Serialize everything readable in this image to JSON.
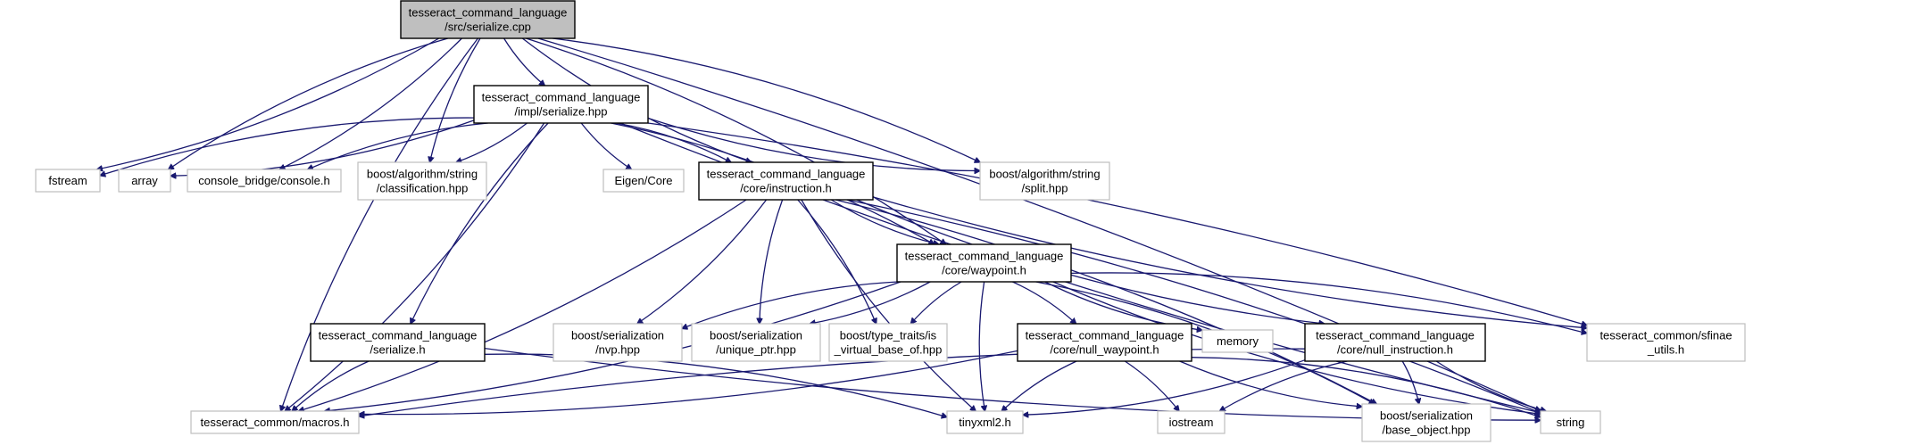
{
  "graph": {
    "root": "root",
    "nodes": [
      {
        "id": "root",
        "lines": [
          "tesseract_command_language",
          "/src/serialize.cpp"
        ],
        "style": "root"
      },
      {
        "id": "impl_serialize",
        "lines": [
          "tesseract_command_language",
          "/impl/serialize.hpp"
        ],
        "style": "bold"
      },
      {
        "id": "fstream",
        "lines": [
          "fstream"
        ],
        "style": "grey"
      },
      {
        "id": "array",
        "lines": [
          "array"
        ],
        "style": "grey"
      },
      {
        "id": "console",
        "lines": [
          "console_bridge/console.h"
        ],
        "style": "grey"
      },
      {
        "id": "classification",
        "lines": [
          "boost/algorithm/string",
          "/classification.hpp"
        ],
        "style": "grey"
      },
      {
        "id": "eigen",
        "lines": [
          "Eigen/Core"
        ],
        "style": "grey"
      },
      {
        "id": "instruction",
        "lines": [
          "tesseract_command_language",
          "/core/instruction.h"
        ],
        "style": "bold"
      },
      {
        "id": "split",
        "lines": [
          "boost/algorithm/string",
          "/split.hpp"
        ],
        "style": "grey"
      },
      {
        "id": "waypoint",
        "lines": [
          "tesseract_command_language",
          "/core/waypoint.h"
        ],
        "style": "bold"
      },
      {
        "id": "serialize_h",
        "lines": [
          "tesseract_command_language",
          "/serialize.h"
        ],
        "style": "bold"
      },
      {
        "id": "nvp",
        "lines": [
          "boost/serialization",
          "/nvp.hpp"
        ],
        "style": "grey"
      },
      {
        "id": "unique_ptr",
        "lines": [
          "boost/serialization",
          "/unique_ptr.hpp"
        ],
        "style": "grey"
      },
      {
        "id": "is_virtual",
        "lines": [
          "boost/type_traits/is",
          "_virtual_base_of.hpp"
        ],
        "style": "grey"
      },
      {
        "id": "null_waypoint",
        "lines": [
          "tesseract_command_language",
          "/core/null_waypoint.h"
        ],
        "style": "bold"
      },
      {
        "id": "memory",
        "lines": [
          "memory"
        ],
        "style": "grey"
      },
      {
        "id": "null_instruction",
        "lines": [
          "tesseract_command_language",
          "/core/null_instruction.h"
        ],
        "style": "bold"
      },
      {
        "id": "sfinae",
        "lines": [
          "tesseract_common/sfinae",
          "_utils.h"
        ],
        "style": "grey"
      },
      {
        "id": "macros",
        "lines": [
          "tesseract_common/macros.h"
        ],
        "style": "grey"
      },
      {
        "id": "tinyxml2",
        "lines": [
          "tinyxml2.h"
        ],
        "style": "grey"
      },
      {
        "id": "iostream",
        "lines": [
          "iostream"
        ],
        "style": "grey"
      },
      {
        "id": "base_object",
        "lines": [
          "boost/serialization",
          "/base_object.hpp"
        ],
        "style": "grey"
      },
      {
        "id": "string",
        "lines": [
          "string"
        ],
        "style": "grey"
      }
    ],
    "edges": [
      [
        "root",
        "impl_serialize"
      ],
      [
        "root",
        "fstream"
      ],
      [
        "root",
        "array"
      ],
      [
        "root",
        "console"
      ],
      [
        "root",
        "classification"
      ],
      [
        "root",
        "split"
      ],
      [
        "root",
        "instruction"
      ],
      [
        "root",
        "waypoint"
      ],
      [
        "root",
        "macros"
      ],
      [
        "root",
        "string"
      ],
      [
        "impl_serialize",
        "fstream"
      ],
      [
        "impl_serialize",
        "array"
      ],
      [
        "impl_serialize",
        "console"
      ],
      [
        "impl_serialize",
        "classification"
      ],
      [
        "impl_serialize",
        "eigen"
      ],
      [
        "impl_serialize",
        "instruction"
      ],
      [
        "impl_serialize",
        "split"
      ],
      [
        "impl_serialize",
        "waypoint"
      ],
      [
        "impl_serialize",
        "serialize_h"
      ],
      [
        "impl_serialize",
        "macros"
      ],
      [
        "impl_serialize",
        "string"
      ],
      [
        "impl_serialize",
        "sfinae"
      ],
      [
        "instruction",
        "waypoint"
      ],
      [
        "instruction",
        "nvp"
      ],
      [
        "instruction",
        "unique_ptr"
      ],
      [
        "instruction",
        "is_virtual"
      ],
      [
        "instruction",
        "null_instruction"
      ],
      [
        "instruction",
        "macros"
      ],
      [
        "instruction",
        "tinyxml2"
      ],
      [
        "instruction",
        "string"
      ],
      [
        "instruction",
        "sfinae"
      ],
      [
        "instruction",
        "base_object"
      ],
      [
        "waypoint",
        "nvp"
      ],
      [
        "waypoint",
        "unique_ptr"
      ],
      [
        "waypoint",
        "is_virtual"
      ],
      [
        "waypoint",
        "null_waypoint"
      ],
      [
        "waypoint",
        "memory"
      ],
      [
        "waypoint",
        "macros"
      ],
      [
        "waypoint",
        "tinyxml2"
      ],
      [
        "waypoint",
        "sfinae"
      ],
      [
        "waypoint",
        "string"
      ],
      [
        "waypoint",
        "base_object"
      ],
      [
        "serialize_h",
        "macros"
      ],
      [
        "serialize_h",
        "tinyxml2"
      ],
      [
        "serialize_h",
        "string"
      ],
      [
        "null_waypoint",
        "macros"
      ],
      [
        "null_waypoint",
        "tinyxml2"
      ],
      [
        "null_waypoint",
        "iostream"
      ],
      [
        "null_waypoint",
        "base_object"
      ],
      [
        "null_waypoint",
        "string"
      ],
      [
        "null_instruction",
        "macros"
      ],
      [
        "null_instruction",
        "tinyxml2"
      ],
      [
        "null_instruction",
        "iostream"
      ],
      [
        "null_instruction",
        "base_object"
      ],
      [
        "null_instruction",
        "string"
      ]
    ]
  }
}
